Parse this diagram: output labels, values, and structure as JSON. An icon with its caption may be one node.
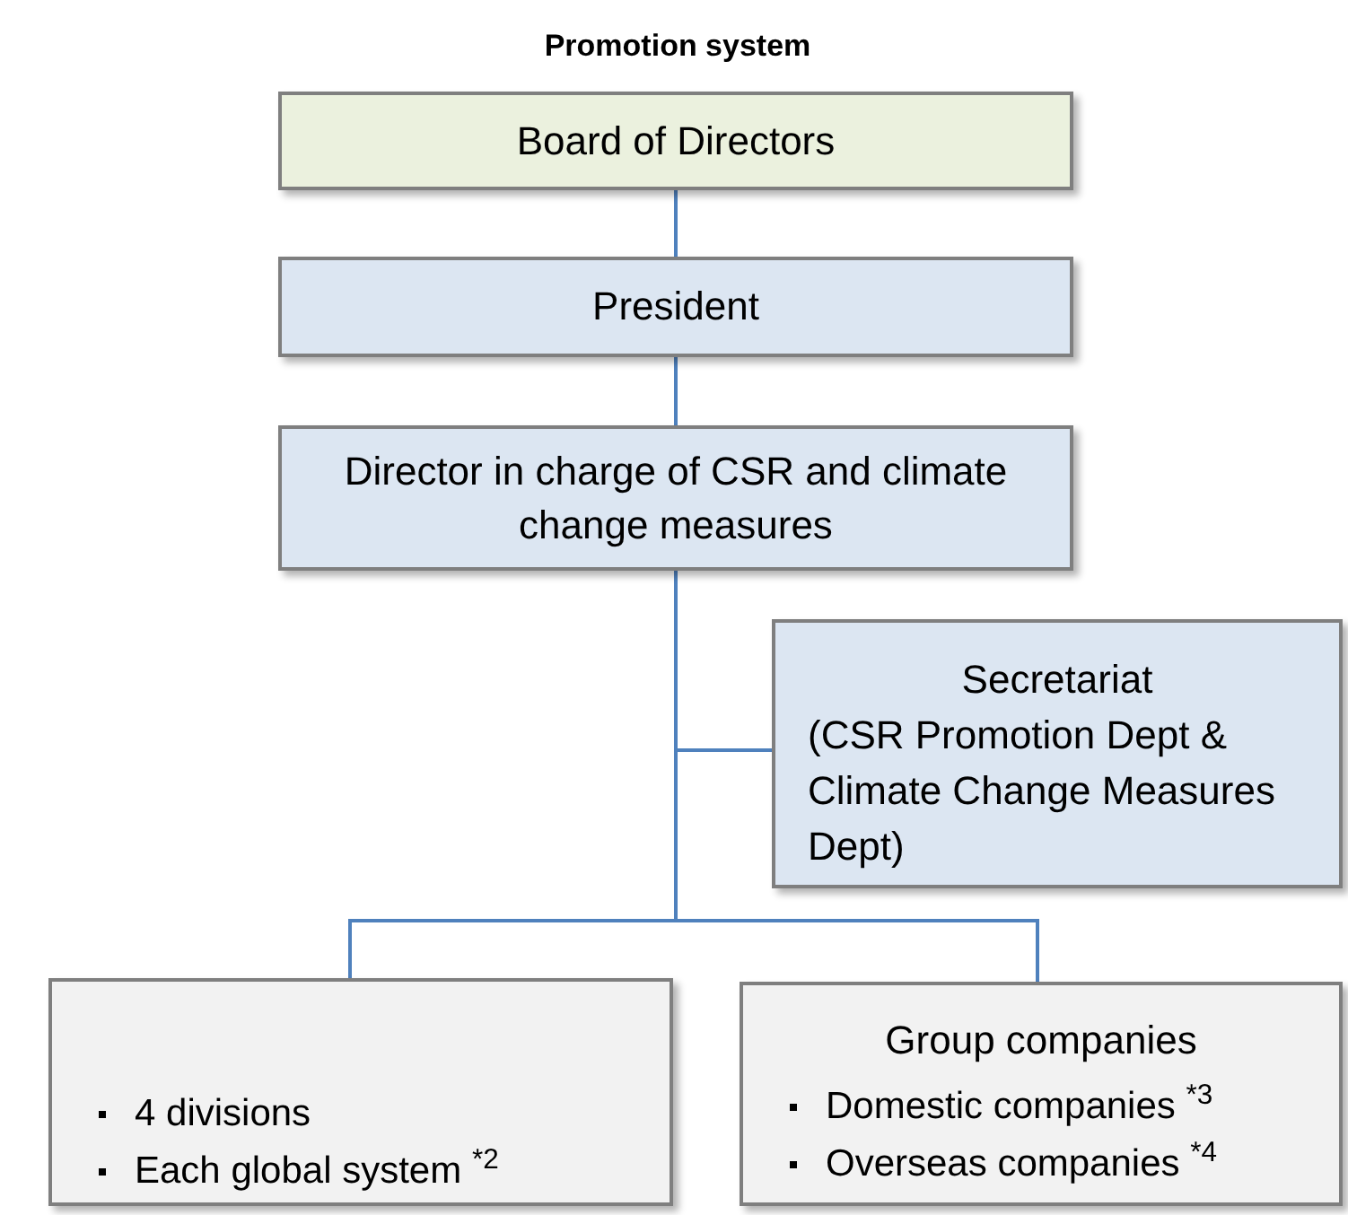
{
  "diagram": {
    "title": "Promotion system",
    "nodes": [
      {
        "text": [
          "Board of Directors"
        ]
      },
      {
        "text": [
          "President"
        ]
      },
      {
        "text": [
          "Director in charge of CSR and climate change measures"
        ]
      },
      {
        "text": [
          "Secretariat",
          "(CSR Promotion Dept & Climate Change Measures Dept)"
        ]
      },
      {
        "text": [
          "4 divisions",
          "Each global system $^{*2}$"
        ]
      },
      {
        "text": [
          "Group companies",
          "Domestic companies $^{*3}$",
          "Overseas companies $^{*4}$"
        ]
      }
    ],
    "edges": [
      {
        "from": 0,
        "to": 1,
        "arrow": "none"
      },
      {
        "from": 1,
        "to": 2,
        "arrow": "none"
      },
      {
        "from": 2,
        "to": 3,
        "arrow": "none"
      },
      {
        "from": 2,
        "to": 4,
        "arrow": "none"
      },
      {
        "from": 2,
        "to": 5,
        "arrow": "none"
      }
    ]
  }
}
